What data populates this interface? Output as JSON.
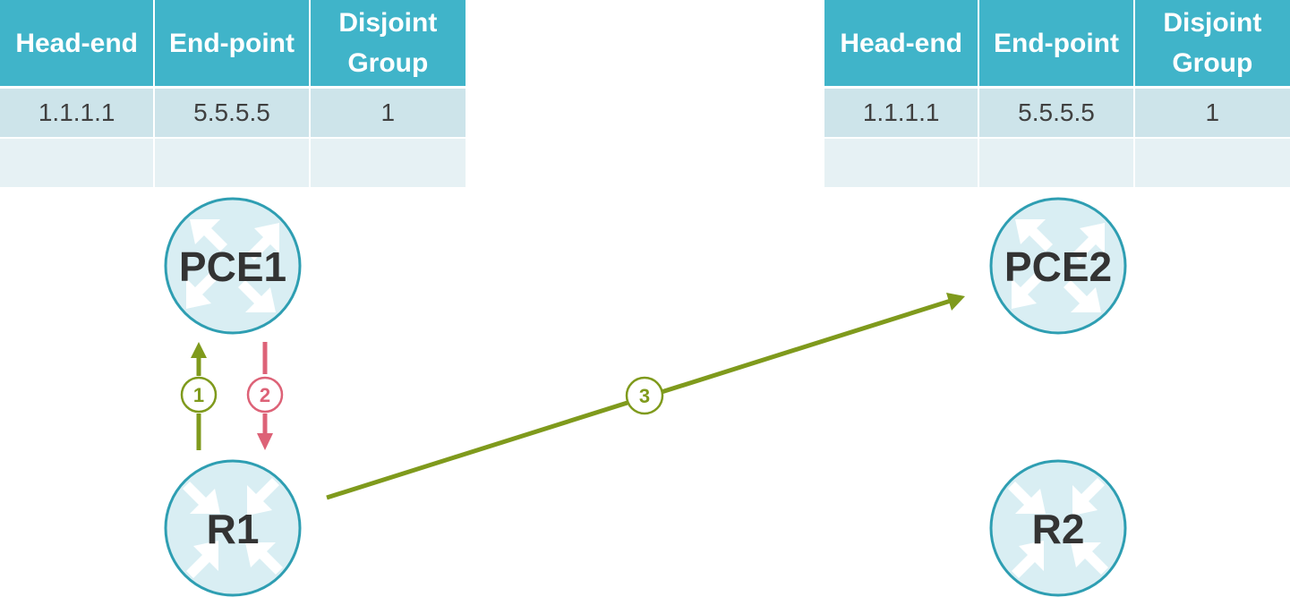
{
  "tables": {
    "left": {
      "headers": [
        "Head-end",
        "End-point",
        "Disjoint Group"
      ],
      "rows": [
        [
          "1.1.1.1",
          "5.5.5.5",
          "1"
        ],
        [
          "",
          "",
          ""
        ]
      ]
    },
    "right": {
      "headers": [
        "Head-end",
        "End-point",
        "Disjoint Group"
      ],
      "rows": [
        [
          "1.1.1.1",
          "5.5.5.5",
          "1"
        ],
        [
          "",
          "",
          ""
        ]
      ]
    }
  },
  "nodes": {
    "pce1": "PCE1",
    "pce2": "PCE2",
    "r1": "R1",
    "r2": "R2"
  },
  "steps": {
    "one": "1",
    "two": "2",
    "three": "3"
  },
  "colors": {
    "table_header": "#40b4c9",
    "node_fill": "#d9eef3",
    "node_stroke": "#2e9eb2",
    "step_green": "#7f9a1c",
    "step_red": "#dd6277"
  }
}
